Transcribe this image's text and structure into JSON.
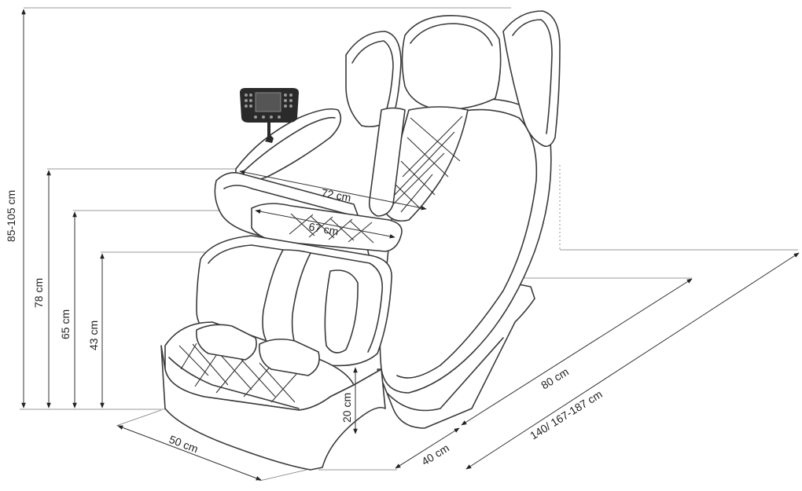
{
  "figure": {
    "subject": "Massage chair dimension drawing",
    "dimensions": {
      "total_height": "85-105 cm",
      "armrest_height": "78 cm",
      "backrest_upper_height": "65 cm",
      "seat_height": "43 cm",
      "footrest_height": "20 cm",
      "shoulder_width": "72 cm",
      "seat_width": "67 cm",
      "footrest_width": "50 cm",
      "front_base_depth": "40 cm",
      "base_width": "80 cm",
      "total_length": "140/ 167-187 cm"
    },
    "colors": {
      "line": "#3a3a3a",
      "guide": "#777777",
      "remote_body": "#2a2a2a",
      "remote_screen": "#444444"
    },
    "icons": [
      "remote-control-icon"
    ]
  }
}
